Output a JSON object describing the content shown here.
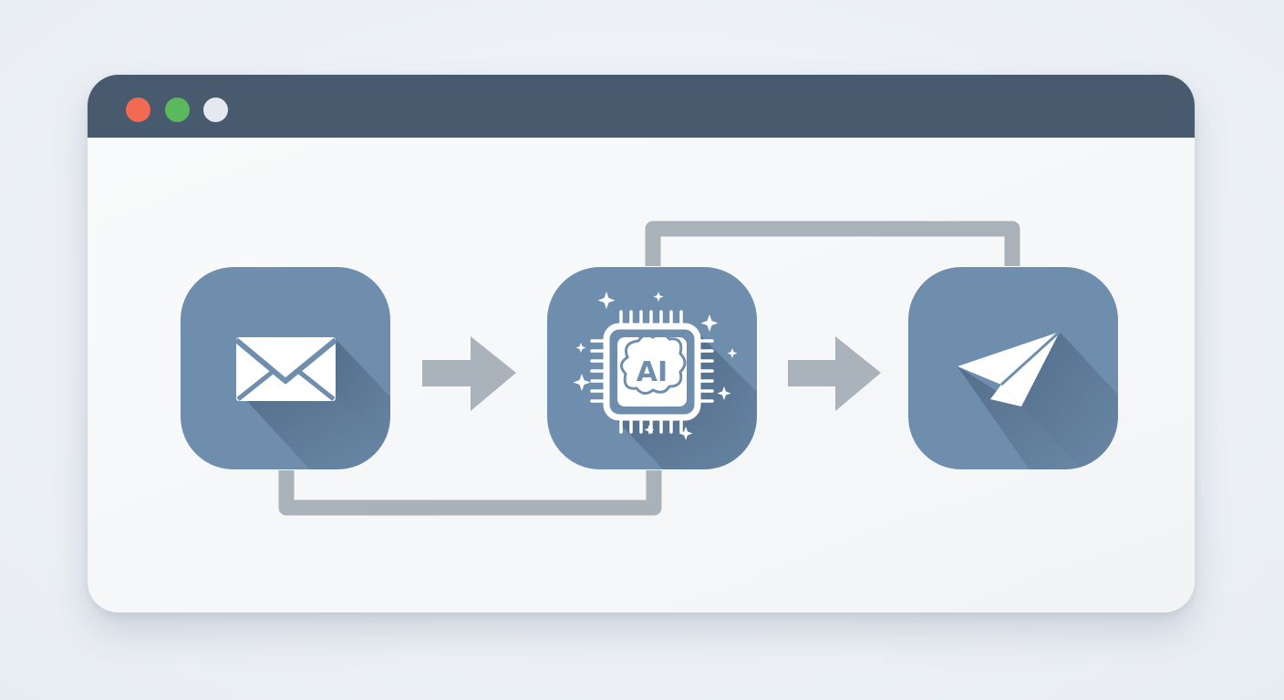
{
  "window": {
    "controls": [
      {
        "name": "close",
        "color": "#f26a52"
      },
      {
        "name": "minimize",
        "color": "#5cb85c"
      },
      {
        "name": "zoom",
        "color": "#e4e9f0"
      }
    ]
  },
  "diagram": {
    "nodes": [
      {
        "id": "email",
        "icon": "envelope-icon"
      },
      {
        "id": "ai",
        "icon": "ai-chip-icon",
        "label": "AI"
      },
      {
        "id": "send",
        "icon": "paper-plane-icon"
      }
    ],
    "edges": [
      {
        "from": "email",
        "to": "ai",
        "style": "arrow"
      },
      {
        "from": "ai",
        "to": "send",
        "style": "arrow"
      },
      {
        "from": "email",
        "to": "ai",
        "style": "connector-bottom"
      },
      {
        "from": "ai",
        "to": "send",
        "style": "connector-top"
      }
    ],
    "colors": {
      "node": "#6f8eae",
      "node_shadow": "#566f8a",
      "icon": "#ffffff",
      "arrow": "#aab3bb",
      "connector": "#a9b1b9",
      "titlebar": "#475a6e"
    }
  }
}
